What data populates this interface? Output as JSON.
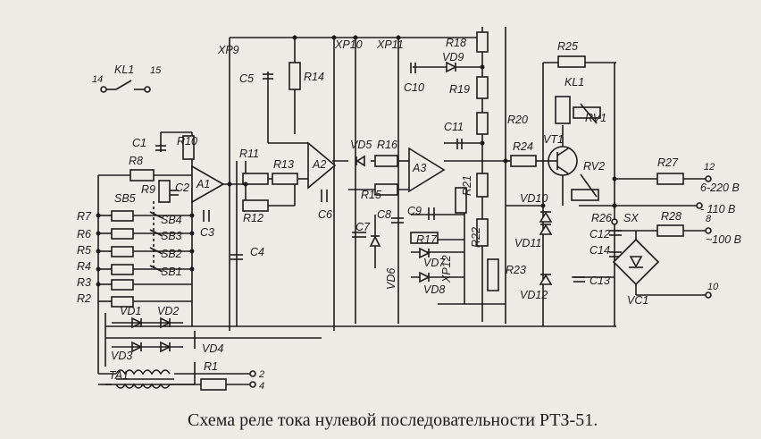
{
  "caption": "Схема реле тока нулевой последовательности  РТЗ-51.",
  "labels": {
    "kl1": "KL1",
    "t14": "14",
    "t15": "15",
    "xp9": "XP9",
    "xp10": "XP10",
    "xp11": "XP11",
    "xp12": "XP12",
    "r1": "R1",
    "r2": "R2",
    "r3": "R3",
    "r4": "R4",
    "r5": "R5",
    "r6": "R6",
    "r7": "R7",
    "r8": "R8",
    "r9": "R9",
    "r10": "R10",
    "r11": "R11",
    "r12": "R12",
    "r13": "R13",
    "r14": "R14",
    "r15": "R15",
    "r16": "R16",
    "r17": "R17",
    "r18": "R18",
    "r19": "R19",
    "r20": "R20",
    "r21": "R21",
    "r22": "R22",
    "r23": "R23",
    "r24": "R24",
    "r25": "R25",
    "r26": "R26",
    "r27": "R27",
    "r28": "R28",
    "c1": "C1",
    "c2": "C2",
    "c3": "C3",
    "c4": "C4",
    "c5": "C5",
    "c6": "C6",
    "c7": "C7",
    "c8": "C8",
    "c9": "C9",
    "c10": "C10",
    "c11": "C11",
    "c12": "C12",
    "c13": "C13",
    "c14": "C14",
    "a1": "A1",
    "a2": "A2",
    "a3": "A3",
    "sb1": "SB1",
    "sb2": "SB2",
    "sb3": "SB3",
    "sb4": "SB4",
    "sb5": "SB5",
    "vd1": "VD1",
    "vd2": "VD2",
    "vd3": "VD3",
    "vd4": "VD4",
    "vd5": "VD5",
    "vd6": "VD6",
    "vd7": "VD7",
    "vd8": "VD8",
    "vd9": "VD9",
    "vd10": "VD10",
    "vd11": "VD11",
    "vd12": "VD12",
    "vt1": "VT1",
    "rv1": "RV1",
    "rv2": "RV2",
    "kl1b": "KL1",
    "sx": "SX",
    "vc1": "VC1",
    "ta1": "TA1",
    "t2": "2",
    "t4": "4",
    "t8": "8",
    "t10": "10",
    "t12": "12",
    "v220": "6-220 В",
    "v110": "- 110 В",
    "v100": "~100 В"
  }
}
